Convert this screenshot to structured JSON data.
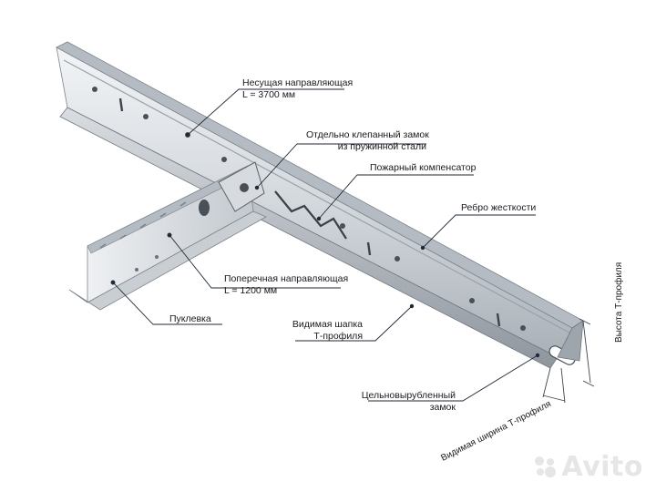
{
  "labels": {
    "main_rail_title": "Несущая направляющая",
    "main_rail_length": "L = 3700 мм",
    "riveted_lock_line1": "Отдельно клепанный замок",
    "riveted_lock_line2": "из пружинной стали",
    "fire_compensator": "Пожарный компенсатор",
    "stiffening_rib": "Ребро жесткости",
    "cross_rail_title": "Поперечная направляющая",
    "cross_rail_length": "L = 1200 мм",
    "bulge": "Пуклевка",
    "visible_cap_line1": "Видимая шапка",
    "visible_cap_line2": "Т-профиля",
    "die_cut_lock_line1": "Цельновырубленный",
    "die_cut_lock_line2": "замок",
    "profile_height": "Высота Т-профиля",
    "profile_visible_width": "Видимая ширина Т-профиля"
  },
  "watermark": {
    "text": "Avito",
    "icon": "avito-dots-icon"
  },
  "colors": {
    "metal_light": "#e9ecef",
    "metal_mid": "#c7ccd2",
    "metal_dark": "#8f969e",
    "leader_line": "#1f2a36"
  }
}
